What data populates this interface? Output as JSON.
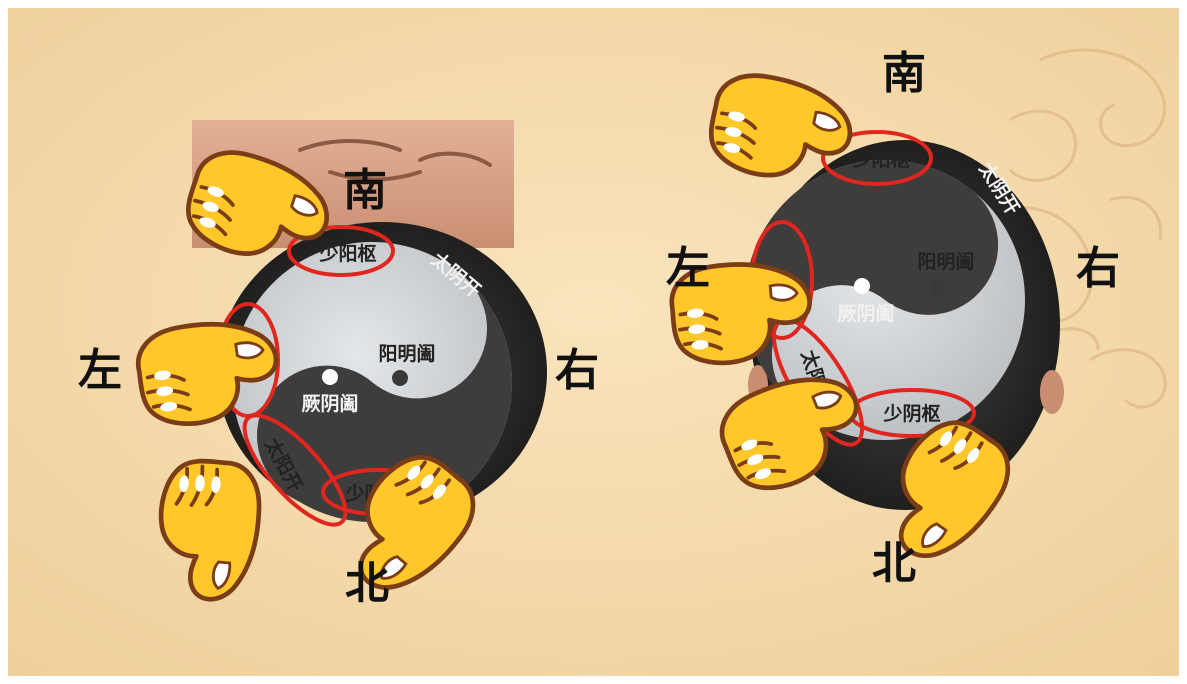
{
  "colors": {
    "parchment": "#f6dcb0",
    "hair": "#2b2b2b",
    "yin": "#3f3c3c",
    "yang": "#c9ccce",
    "ring": "#e0261f",
    "thumb": "#ffc72a",
    "thumb_outline": "#7a3d16"
  },
  "icons": [
    "thumb-hand-icon",
    "yin-yang-icon",
    "head-hair-icon",
    "dragon-watermark-icon"
  ],
  "left_diagram": {
    "directions": {
      "south": "南",
      "north": "北",
      "left": "左",
      "right": "右"
    },
    "zones": {
      "shaoyang": "少阳枢",
      "taiyin": "太阴开",
      "yangming": "阳明阖",
      "jueyin": "厥阴阖",
      "taiyang": "太阳开",
      "shaoyin": "少阴枢"
    }
  },
  "right_diagram": {
    "directions": {
      "south": "南",
      "north": "北",
      "left": "左",
      "right": "右"
    },
    "zones": {
      "shaoyang": "少阳枢",
      "taiyin": "太阴开",
      "yangming": "阳明阖",
      "jueyin": "厥阴阖",
      "taiyang": "太阳开",
      "shaoyin": "少阴枢"
    }
  }
}
